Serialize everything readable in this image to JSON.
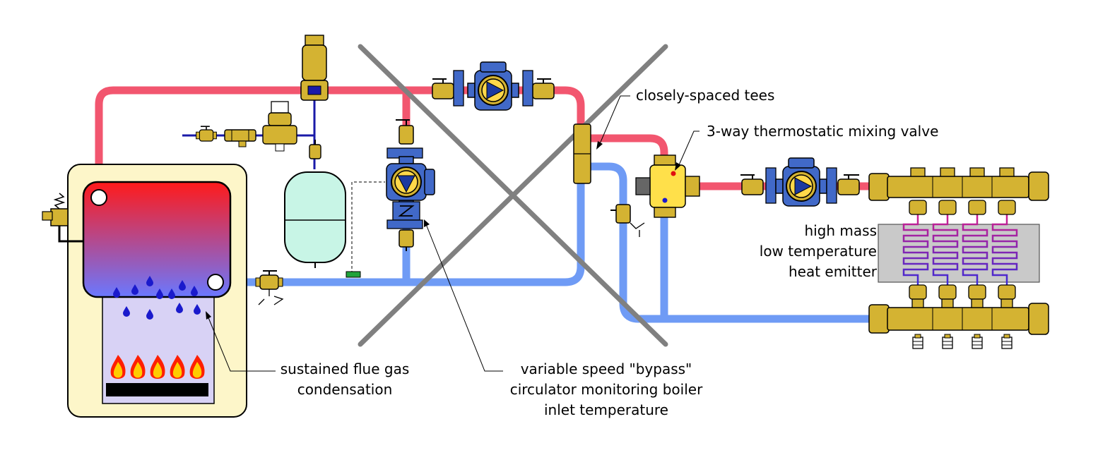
{
  "labels": {
    "tees": "closely-spaced tees",
    "mixing_valve": "3-way thermostatic mixing valve",
    "emitter": [
      "high mass",
      "low temperature",
      "heat emitter"
    ],
    "condensation": [
      "sustained flue gas",
      "condensation"
    ],
    "bypass": [
      "variable speed \"bypass\"",
      "circulator monitoring boiler",
      "inlet temperature"
    ]
  },
  "colors": {
    "supply_pipe": "#f2566f",
    "return_pipe": "#6f9bf5",
    "cold_water": "#1a1aa8",
    "brass": "#d4b332",
    "pump_blue": "#4169c8",
    "tank": "#c8f5e6",
    "boiler_casing": "#fdf6c9",
    "combustion_chamber": "#d8d2f5",
    "emitter_panel": "#c9c9c9",
    "cross_mark": "#808080"
  },
  "icons": [
    "flame-icon",
    "water-drop-icon",
    "pump-icon",
    "valve-icon",
    "cross-out-icon"
  ]
}
